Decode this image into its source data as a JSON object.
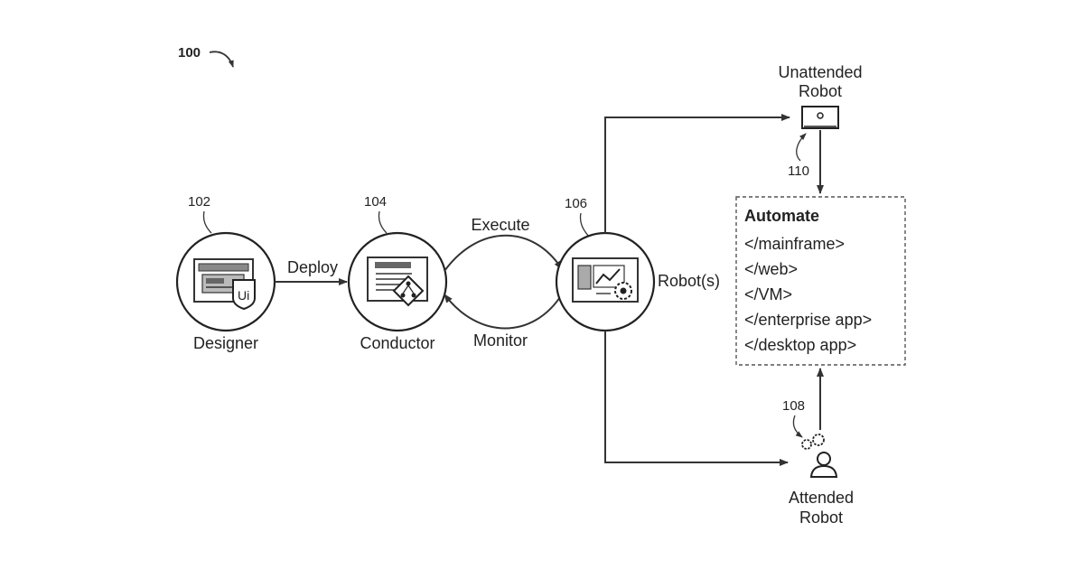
{
  "figure": {
    "ref_number": "100"
  },
  "nodes": {
    "designer": {
      "ref": "102",
      "label": "Designer",
      "badge": "Ui"
    },
    "conductor": {
      "ref": "104",
      "label": "Conductor"
    },
    "robots": {
      "ref": "106",
      "label": "Robot(s)"
    },
    "unattended": {
      "ref": "110",
      "label_line1": "Unattended",
      "label_line2": "Robot"
    },
    "attended": {
      "ref": "108",
      "label_line1": "Attended",
      "label_line2": "Robot"
    }
  },
  "edges": {
    "deploy": "Deploy",
    "execute": "Execute",
    "monitor": "Monitor"
  },
  "automate_box": {
    "title": "Automate",
    "items": [
      "</mainframe>",
      "</web>",
      "</VM>",
      "</enterprise app>",
      "</desktop app>"
    ]
  }
}
